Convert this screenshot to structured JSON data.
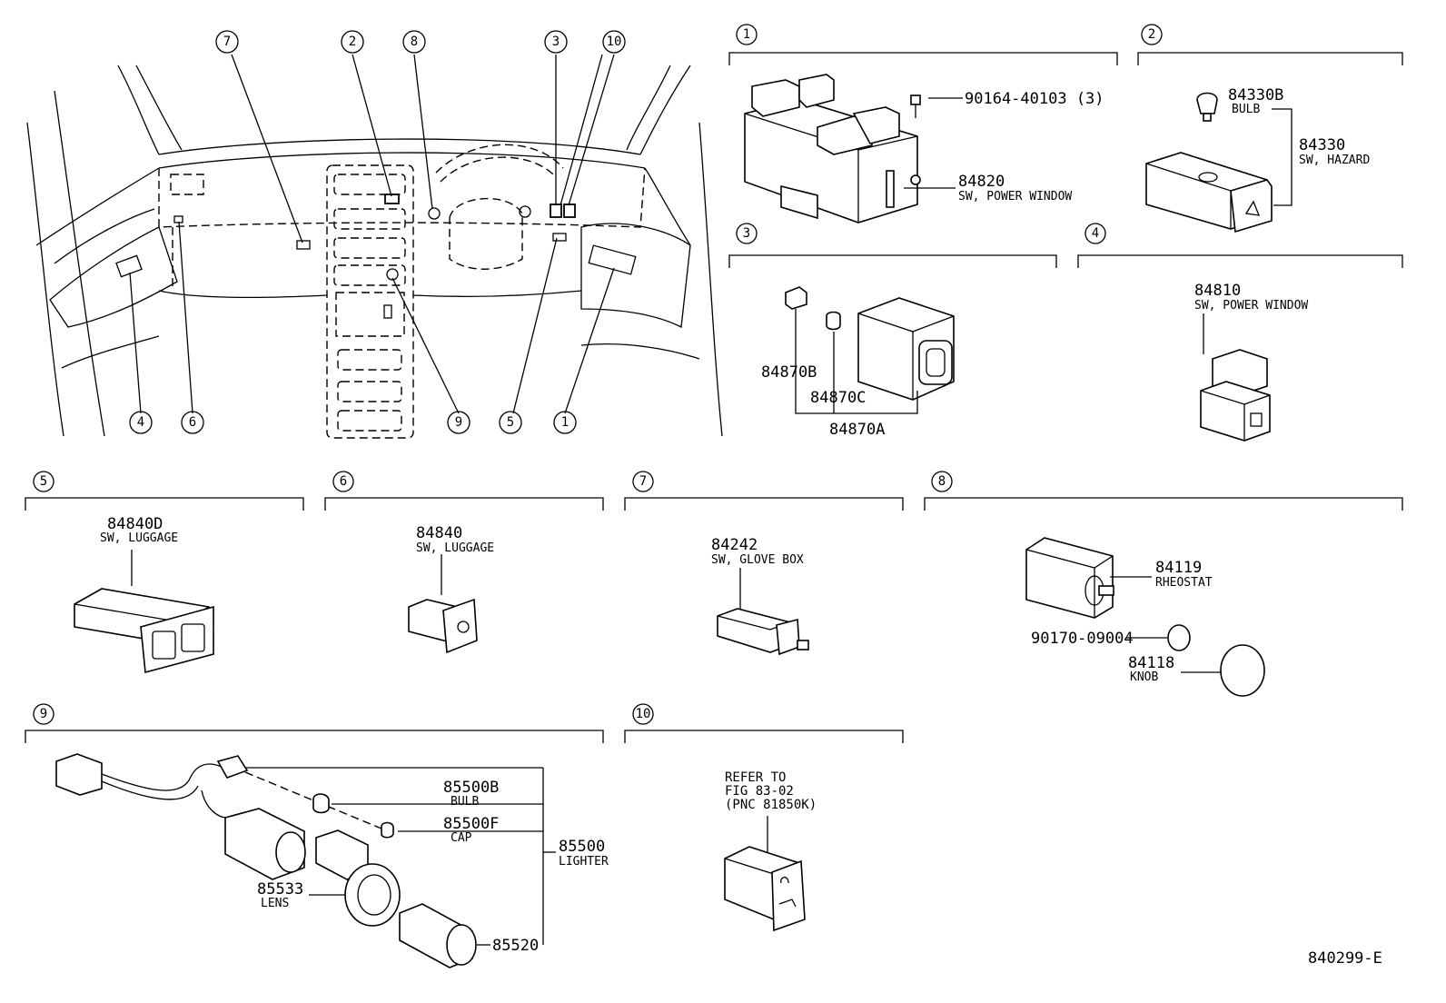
{
  "figure_id": "840299-E",
  "overview": {
    "callouts": [
      "7",
      "2",
      "8",
      "3",
      "10",
      "4",
      "6",
      "9",
      "5",
      "1"
    ]
  },
  "panels": [
    {
      "number": "1",
      "parts": [
        {
          "pn": "90164-40103 (3)",
          "desc": ""
        },
        {
          "pn": "84820",
          "desc": "SW, POWER WINDOW"
        }
      ]
    },
    {
      "number": "2",
      "parts": [
        {
          "pn": "84330B",
          "desc": "BULB"
        },
        {
          "pn": "84330",
          "desc": "SW, HAZARD"
        }
      ]
    },
    {
      "number": "3",
      "parts": [
        {
          "pn": "84870B",
          "desc": ""
        },
        {
          "pn": "84870C",
          "desc": ""
        },
        {
          "pn": "84870A",
          "desc": ""
        }
      ]
    },
    {
      "number": "4",
      "parts": [
        {
          "pn": "84810",
          "desc": "SW, POWER WINDOW"
        }
      ]
    },
    {
      "number": "5",
      "parts": [
        {
          "pn": "84840D",
          "desc": "SW, LUGGAGE"
        }
      ]
    },
    {
      "number": "6",
      "parts": [
        {
          "pn": "84840",
          "desc": "SW, LUGGAGE"
        }
      ]
    },
    {
      "number": "7",
      "parts": [
        {
          "pn": "84242",
          "desc": "SW, GLOVE BOX"
        }
      ]
    },
    {
      "number": "8",
      "parts": [
        {
          "pn": "84119",
          "desc": "RHEOSTAT"
        },
        {
          "pn": "90170-09004",
          "desc": ""
        },
        {
          "pn": "84118",
          "desc": "KNOB"
        }
      ]
    },
    {
      "number": "9",
      "parts": [
        {
          "pn": "85500B",
          "desc": "BULB"
        },
        {
          "pn": "85500F",
          "desc": "CAP"
        },
        {
          "pn": "85500",
          "desc": "LIGHTER"
        },
        {
          "pn": "85533",
          "desc": "LENS"
        },
        {
          "pn": "85520",
          "desc": ""
        }
      ]
    },
    {
      "number": "10",
      "note": [
        "REFER TO",
        "FIG 83-02",
        "(PNC 81850K)"
      ]
    }
  ]
}
